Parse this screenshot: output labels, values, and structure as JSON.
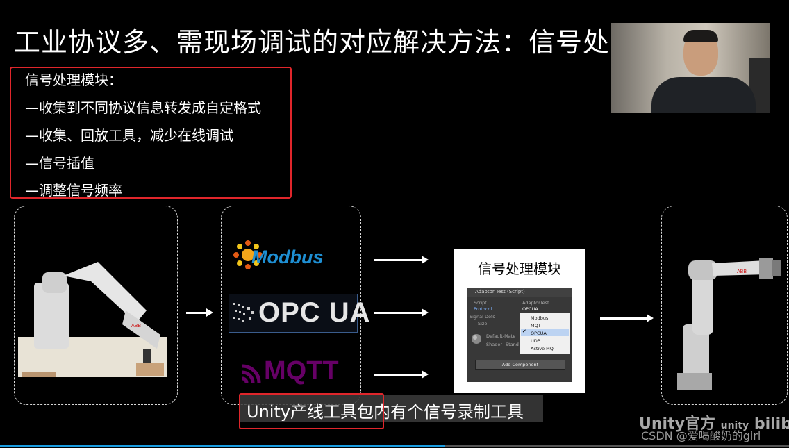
{
  "slide": {
    "title": "工业协议多、需现场调试的对应解决方法：信号处",
    "bullets": [
      "信号处理模块：",
      "—收集到不同协议信息转发成自定格式",
      "—收集、回放工具，减少在线调试",
      "—信号插值",
      "—调整信号频率"
    ]
  },
  "protocols": {
    "modbus": "Modbus",
    "opcua": "OPC UA",
    "mqtt": "MQTT"
  },
  "module_panel": {
    "title": "信号处理模块",
    "editor": {
      "component_title": "Adaptor Test (Script)",
      "script_label": "Script",
      "script_value": "AdaptorTest",
      "protocol_label": "Protocol",
      "protocol_value": "OPCUA",
      "signal_defs_label": "Signal Defs",
      "size_label": "Size",
      "material_label": "Default-Mate",
      "shader_label": "Shader",
      "shader_value": "Stand",
      "dropdown_options": [
        "Modbus",
        "MQTT",
        "OPCUA",
        "UDP",
        "Active MQ"
      ],
      "selected_option": "OPCUA",
      "add_component": "Add Component"
    }
  },
  "subtitle": "Unity产线工具包内有个信号录制工具",
  "watermarks": {
    "bilibili": "Unity官方",
    "unity_logo": "unity",
    "bilibili_logo": "bilibili",
    "csdn": "CSDN @爱喝酸奶的girl"
  },
  "robot_brand": "ABB",
  "colors": {
    "highlight_red": "#e0262b",
    "modbus_blue": "#1e8fd3",
    "mqtt_purple": "#660066",
    "progress_blue": "#1a9ce0"
  }
}
